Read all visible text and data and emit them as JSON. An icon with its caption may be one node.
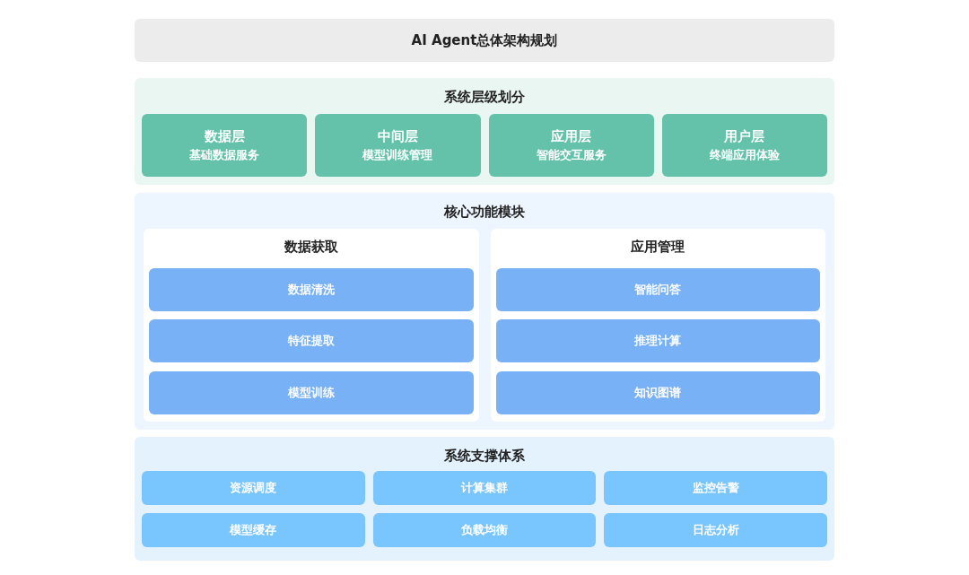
{
  "diagram": {
    "title": "AI Agent总体架构规划",
    "nodes": [
      {
        "text": [
          "系统层级划分"
        ]
      },
      {
        "text": [
          "数据层",
          "基础数据服务"
        ],
        "in": 0
      },
      {
        "text": [
          "中间层",
          "模型训练管理"
        ],
        "in": 0
      },
      {
        "text": [
          "应用层",
          "智能交互服务"
        ],
        "in": 0
      },
      {
        "text": [
          "用户层",
          "终端应用体验"
        ],
        "in": 0
      },
      {
        "text": [
          "核心功能模块"
        ]
      },
      {
        "text": [
          "数据获取"
        ],
        "in": 5
      },
      {
        "text": [
          "数据清洗"
        ],
        "in": 6
      },
      {
        "text": [
          "特征提取"
        ],
        "in": 6
      },
      {
        "text": [
          "模型训练"
        ],
        "in": 6
      },
      {
        "text": [
          "应用管理"
        ],
        "in": 5
      },
      {
        "text": [
          "智能问答"
        ],
        "in": 10
      },
      {
        "text": [
          "推理计算"
        ],
        "in": 10
      },
      {
        "text": [
          "知识图谱"
        ],
        "in": 10
      },
      {
        "text": [
          "系统支撑体系"
        ]
      },
      {
        "text": [
          "资源调度"
        ],
        "in": 14
      },
      {
        "text": [
          "计算集群"
        ],
        "in": 14
      },
      {
        "text": [
          "监控告警"
        ],
        "in": 14
      },
      {
        "text": [
          "模型缓存"
        ],
        "in": 14
      },
      {
        "text": [
          "负载均衡"
        ],
        "in": 14
      },
      {
        "text": [
          "日志分析"
        ],
        "in": 14
      }
    ]
  }
}
